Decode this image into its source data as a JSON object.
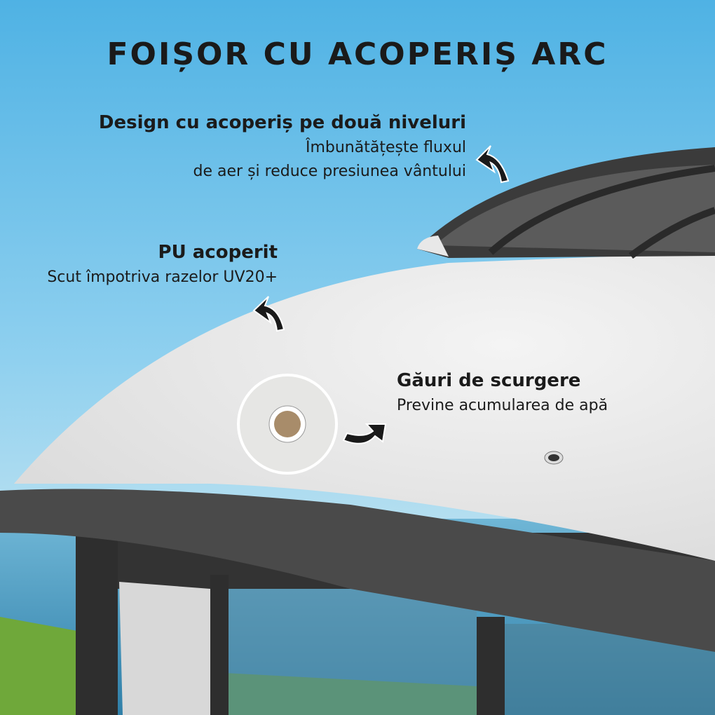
{
  "title": "FOIȘOR CU ACOPERIȘ ARC",
  "features": [
    {
      "heading": "Design cu acoperiș pe două niveluri",
      "lines": [
        "Îmbunătățește fluxul",
        "de aer și reduce presiunea vântului"
      ]
    },
    {
      "heading": "PU acoperit",
      "lines": [
        "Scut împotriva razelor UV20+"
      ]
    },
    {
      "heading": "Găuri de scurgere",
      "lines": [
        "Previne acumularea de apă"
      ]
    }
  ],
  "colors": {
    "sky": "#5fb8e6",
    "canopy": "#eeeeee",
    "frame": "#3a3a3a",
    "text": "#1b1b1b"
  },
  "icons": [
    "curved-arrow-icon",
    "drain-hole-closeup"
  ]
}
